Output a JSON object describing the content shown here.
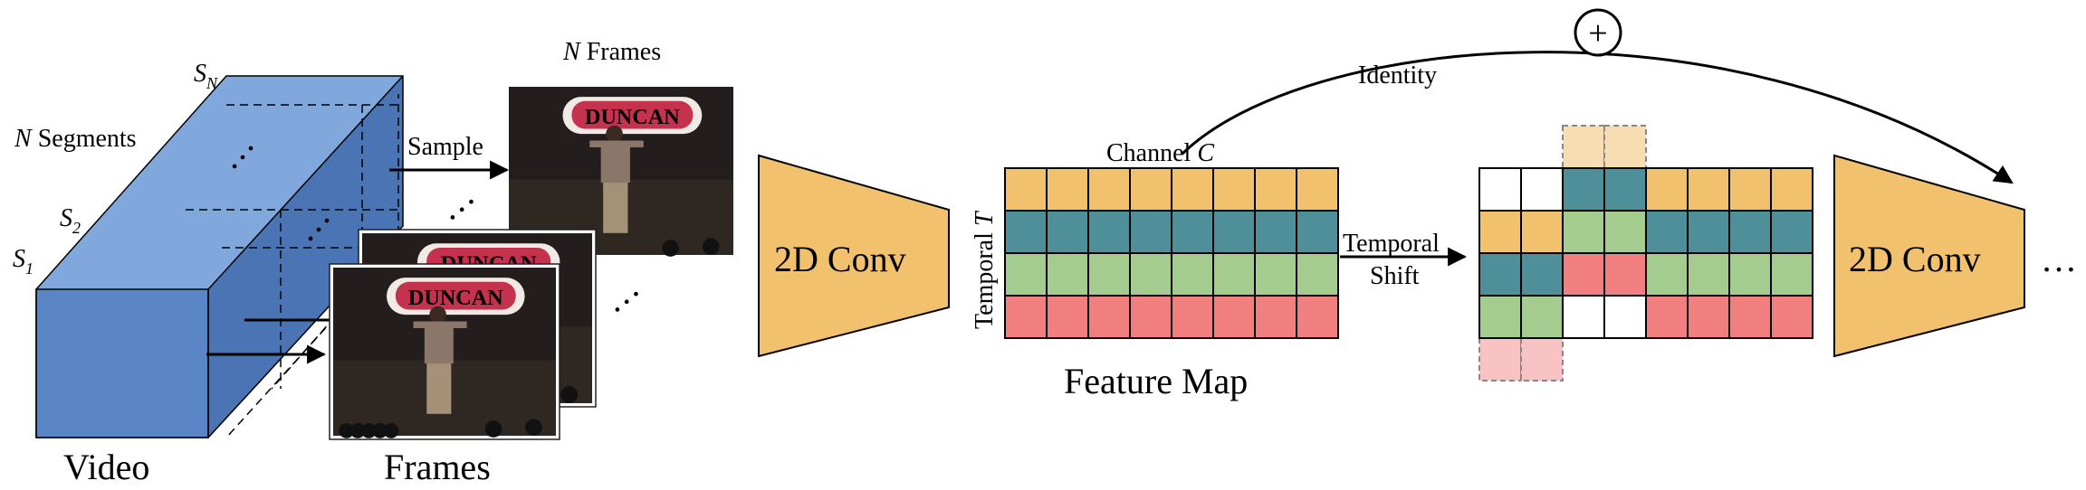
{
  "labels": {
    "n_segments": "N Segments",
    "segments": {
      "s1": "S",
      "s1_sub": "1",
      "s2": "S",
      "s2_sub": "2",
      "sn": "S",
      "sn_sub": "N"
    },
    "sample": "Sample",
    "n_frames": "N Frames",
    "video": "Video",
    "frames": "Frames",
    "conv1": "2D Conv",
    "conv2": "2D Conv",
    "channel": "Channel C",
    "temporal_axis": "Temporal T",
    "feature_map": "Feature Map",
    "temporal_shift_1": "Temporal",
    "temporal_shift_2": "Shift",
    "identity": "Identity",
    "plus": "+",
    "trailing_ellipsis": "…",
    "frame_sign_text": "DUNCAN"
  },
  "colors": {
    "video_front": "#5a86c8",
    "video_top": "#80a8dc",
    "video_side": "#4a74b4",
    "conv_fill": "#f2c16e",
    "row_orange": "#f2c16e",
    "row_teal": "#4f8f99",
    "row_green": "#a4cc8e",
    "row_red": "#f27f80",
    "shifted_orange": "#f8ddb3",
    "shifted_red": "#f9c3c3",
    "grid_stroke": "#000000",
    "frame_bg": "#231e1d",
    "sign_red": "#c4324e"
  },
  "feature_map": {
    "columns": 8,
    "rows": [
      "row_orange",
      "row_teal",
      "row_green",
      "row_red"
    ]
  },
  "shifted_map": {
    "columns": 8,
    "rows": [
      [
        "white",
        "white",
        "row_teal",
        "row_teal",
        "row_orange",
        "row_orange",
        "row_orange",
        "row_orange"
      ],
      [
        "row_orange",
        "row_orange",
        "row_green",
        "row_green",
        "row_teal",
        "row_teal",
        "row_teal",
        "row_teal"
      ],
      [
        "row_teal",
        "row_teal",
        "row_red",
        "row_red",
        "row_green",
        "row_green",
        "row_green",
        "row_green"
      ],
      [
        "row_green",
        "row_green",
        "white",
        "white",
        "row_red",
        "row_red",
        "row_red",
        "row_red"
      ]
    ],
    "shifted_out_top": "shifted_orange",
    "shifted_out_bottom": "shifted_red"
  }
}
